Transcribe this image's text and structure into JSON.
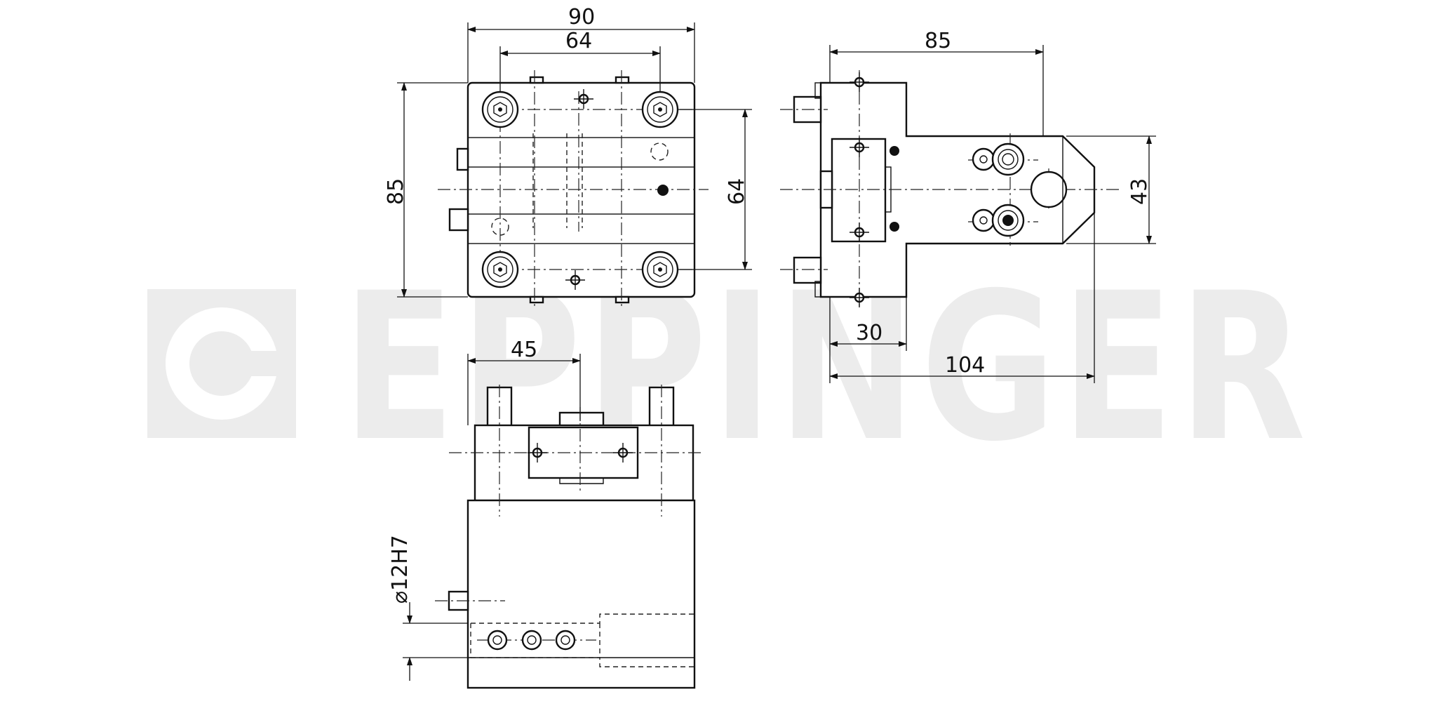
{
  "watermark": {
    "brand": "EPPINGER",
    "color": "#ececec"
  },
  "line_color": "#111111",
  "dimensions": {
    "front_width_outer": "90",
    "front_width_inner": "64",
    "front_height": "85",
    "front_hole_spacing": "64",
    "side_length": "85",
    "side_height": "43",
    "side_flange": "30",
    "side_total": "104",
    "bottom_offset": "45",
    "bottom_bore": "⌀12H7"
  }
}
